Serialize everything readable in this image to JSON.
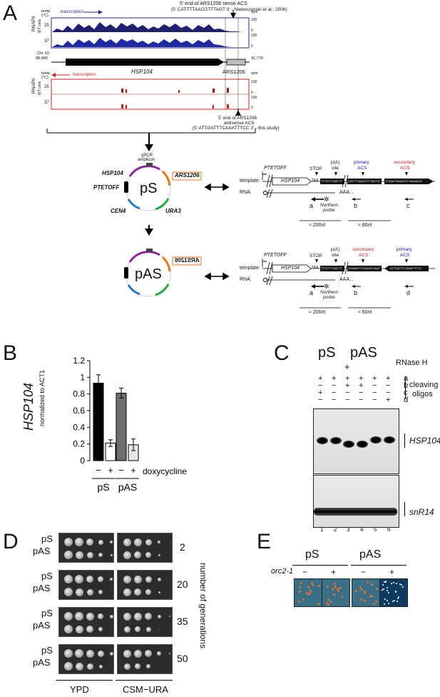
{
  "panels": {
    "a": "A",
    "b": "B",
    "c": "C",
    "d": "D",
    "e": "E"
  },
  "panelA": {
    "top_track": {
      "transcription_label": "transcription",
      "temp_label": "temp",
      "temp_unit": "(°C)",
      "temps": [
        "25",
        "37"
      ],
      "rnapii_label": "RNAPII",
      "wt_cells": "WT cells",
      "rpm_label": "rpm",
      "rpm_top": "100",
      "rpm_zero": "0"
    },
    "sense_acs_note": {
      "line1": "5' end of ARS1206 sense ACS",
      "line2": "(5' CATTTTAACGTTTAGT 3' - Nieduszynski et al., 2006)"
    },
    "chromosome": {
      "chr": "Chr XII",
      "start": "88,480",
      "end": "91,770",
      "gene": "HSP104",
      "ars": "ARS1206"
    },
    "bottom_track": {
      "transcription_label": "transcription",
      "temp_label": "temp",
      "temp_unit": "(°C)",
      "temps": [
        "25",
        "37"
      ],
      "rnapii_label": "RNAPII",
      "wt_cells": "WT cells",
      "rpm_label": "rpm",
      "rpm_top": "100",
      "rpm_zero": "0"
    },
    "antisense_acs_note": {
      "line1": "5' end of ARS1206",
      "line2": "antisense ACS",
      "line3": "(5' ATTGATTTCAAATTTCC 3' - this study)"
    },
    "plasmid_pS": {
      "name": "pS",
      "qpcr": "qPCR",
      "amplicon": "amplicon",
      "hsp104": "HSP104",
      "ars": "ARS1206",
      "promoter": "PTETOFF",
      "cen4": "CEN4",
      "ura3": "URA3"
    },
    "plasmid_pAS": {
      "name": "pAS",
      "ars": "ARS1206"
    },
    "schematic_pS": {
      "promoter": "PTETOFF",
      "template": "template:",
      "rna": "RNA:",
      "stop": "STOP",
      "taa": "TAA",
      "pa_site": "p(A)",
      "pa_site2": "site",
      "primary": "primary",
      "secondary": "secondary",
      "acs": "ACS",
      "gene": "HSP104",
      "aaa": "AAA...",
      "seq1": "TTTGTTTAATTT",
      "seq2": "CATTTTAACGTTTAGTG",
      "seq3": "CTAACTAAACGTTAAAAGG",
      "probe1": "Northern",
      "probe2": "probe",
      "letters": [
        "a",
        "b",
        "c"
      ],
      "len1": "≈ 200nt",
      "len2": "≈ 80nt"
    },
    "schematic_pAS": {
      "promoter": "PTETOFF",
      "template": "template:",
      "rna": "RNA:",
      "stop": "STOP",
      "taa": "TAA",
      "pa_site": "p(A)",
      "pa_site2": "site",
      "primary": "primary",
      "secondary": "secondary",
      "acs": "ACS",
      "gene": "HSP104",
      "aaa": "AAA...",
      "seq1": "TTTGTTTAATTT",
      "seq2": "GGAAATTTGAAATCAAT",
      "seq3": "ATTGATTTCAAATTTCC",
      "probe1": "Northern",
      "probe2": "probe",
      "letters": [
        "a",
        "b",
        "d"
      ],
      "len1": "≈ 200nt",
      "len2": "≈ 60nt"
    }
  },
  "chart_data": {
    "type": "bar",
    "title": "",
    "ylabel_main": "HSP104",
    "ylabel_sub": "normalized to ACT1",
    "ylim": [
      0,
      1.2
    ],
    "yticks": [
      "0",
      "0.2",
      "0.4",
      "0.6",
      "0.8",
      "1",
      "1.2"
    ],
    "ytick_values": [
      0,
      0.2,
      0.4,
      0.6,
      0.8,
      1.0,
      1.2
    ],
    "categories": [
      "pS −",
      "pS +",
      "pAS −",
      "pAS +"
    ],
    "values": [
      0.93,
      0.21,
      0.81,
      0.19
    ],
    "errors": [
      0.1,
      0.04,
      0.06,
      0.07
    ],
    "colors": [
      "#000000",
      "#ffffff",
      "#6e6e6e",
      "#e6e6e6"
    ],
    "dox_signs": [
      "−",
      "+",
      "−",
      "+"
    ],
    "xlabel": "doxycycline",
    "groups": [
      "pS",
      "pAS"
    ]
  },
  "panelC": {
    "groups": [
      "pS",
      "pAS"
    ],
    "rnaseh": "RNase H",
    "plus": "+",
    "oligo_rows": [
      {
        "label": "a",
        "vals": [
          "+",
          "+",
          "+",
          "+",
          "+",
          "+"
        ]
      },
      {
        "label": "b",
        "vals": [
          "−",
          "−",
          "+",
          "+",
          "−",
          "−"
        ]
      },
      {
        "label": "c",
        "vals": [
          "+",
          "−",
          "−",
          "−",
          "−",
          "−"
        ]
      },
      {
        "label": "d",
        "vals": [
          "−",
          "−",
          "−",
          "−",
          "−",
          "+"
        ]
      }
    ],
    "cleaving": "cleaving",
    "oligos": "oligos",
    "band1": "HSP104",
    "band2": "snR14",
    "lanes": [
      "1",
      "2",
      "3",
      "4",
      "5",
      "6"
    ]
  },
  "panelD": {
    "strains": [
      "pS",
      "pAS"
    ],
    "generations": [
      "2",
      "20",
      "35",
      "50"
    ],
    "gen_label": "number of generations",
    "media": [
      "YPD",
      "CSM−URA"
    ]
  },
  "panelE": {
    "groups": [
      "pS",
      "pAS"
    ],
    "orc": "orc2-1",
    "signs": [
      "−",
      "+",
      "−",
      "+"
    ]
  }
}
